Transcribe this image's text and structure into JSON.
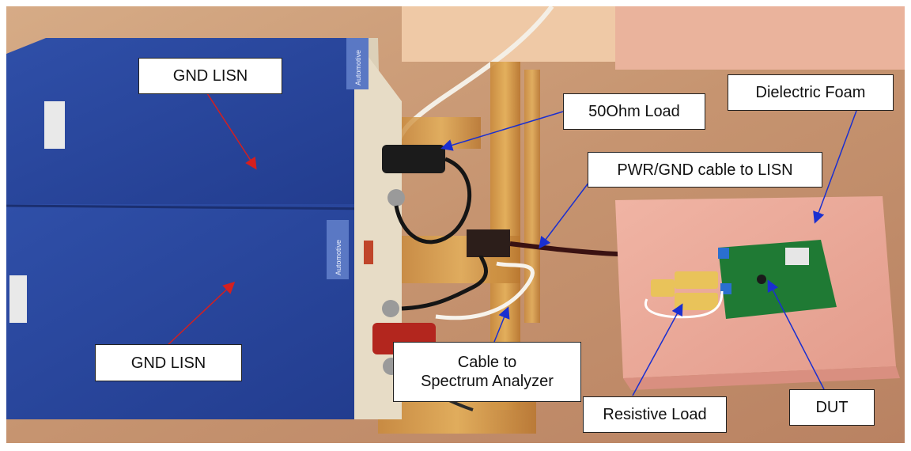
{
  "callouts": {
    "gnd_lisn_top": "GND LISN",
    "gnd_lisn_bottom": "GND LISN",
    "load_50ohm": "50Ohm Load",
    "dielectric_foam": "Dielectric Foam",
    "pwr_gnd_cable": "PWR/GND cable to LISN",
    "cable_line1": "Cable to",
    "cable_line2": "Spectrum Analyzer",
    "resistive_load": "Resistive Load",
    "dut": "DUT"
  },
  "enclosure_label_text": "Automotive",
  "colors": {
    "lisn_blue": "#27439a",
    "copper_plane": "#c99a73",
    "foam_pink": "#e9a89a",
    "pcb_green": "#1f7a34",
    "red_arrow": "#d41f1f",
    "blue_arrow": "#1a2fd0"
  }
}
